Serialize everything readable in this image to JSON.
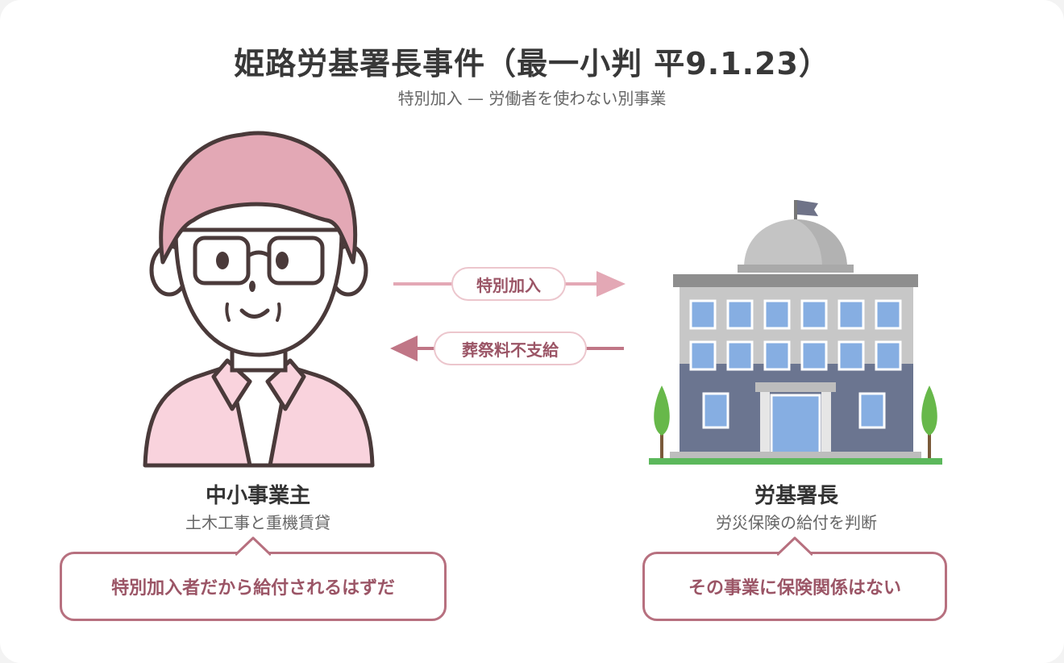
{
  "header": {
    "title": "姫路労基署長事件（最一小判 平9.1.23）",
    "subtitle": "特別加入 — 労働者を使わない別事業"
  },
  "left": {
    "name": "中小事業主",
    "desc": "土木工事と重機賃貸",
    "bubble": "特別加入者だから給付されるはずだ"
  },
  "right": {
    "name": "労基署長",
    "desc": "労災保険の給付を判断",
    "bubble": "その事業に保険関係はない"
  },
  "arrows": {
    "to_right": "特別加入",
    "to_left": "葬祭料不支給"
  },
  "colors": {
    "accent": "#b7707f",
    "hair": "#e3a8b5",
    "shirt": "#f9d3dd",
    "building_wall": "#6b7590",
    "building_upper": "#c7c7c7"
  }
}
